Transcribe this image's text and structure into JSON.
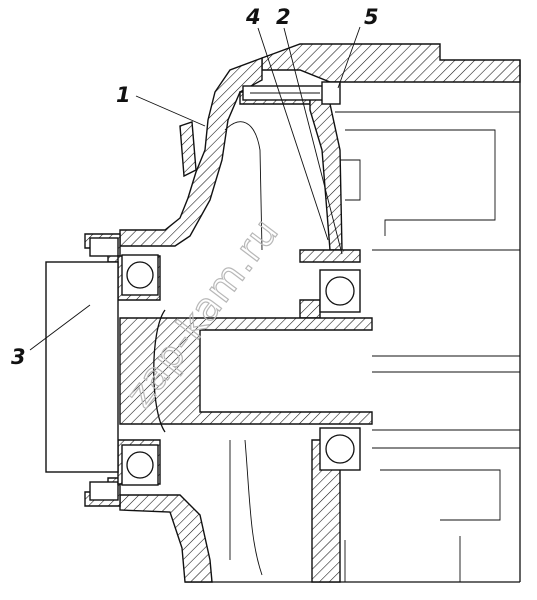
{
  "callouts": [
    {
      "id": "1",
      "label": "1"
    },
    {
      "id": "2",
      "label": "2"
    },
    {
      "id": "3",
      "label": "3"
    },
    {
      "id": "4",
      "label": "4"
    },
    {
      "id": "5",
      "label": "5"
    }
  ],
  "watermark": "zap-kam.ru"
}
